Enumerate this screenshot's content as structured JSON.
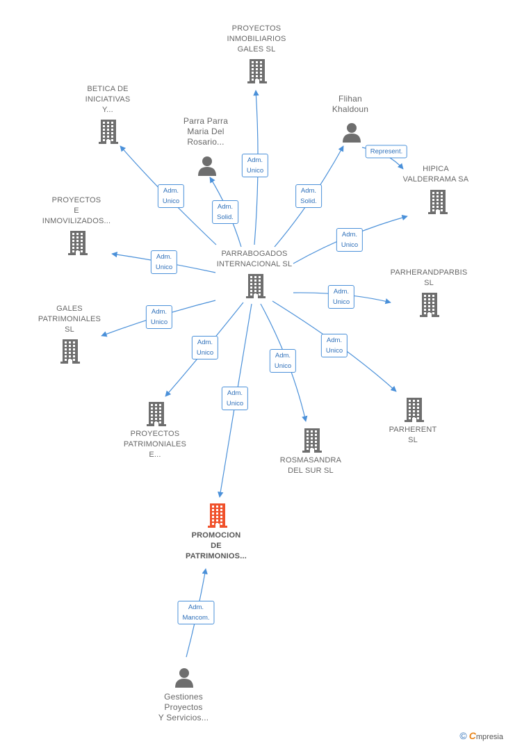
{
  "colors": {
    "edge": "#4a90d9",
    "icon": "#6e6e6e",
    "highlight": "#f0512b"
  },
  "nodes": [
    {
      "id": "proyectos-inmobiliarios",
      "label": "PROYECTOS\nINMOBILIARIOS\nGALES  SL",
      "type": "company"
    },
    {
      "id": "betica",
      "label": "BETICA DE\nINICIATIVAS\nY...",
      "type": "company"
    },
    {
      "id": "parra",
      "label": "Parra Parra\nMaria Del\nRosario...",
      "type": "person"
    },
    {
      "id": "flihan",
      "label": "Flihan\nKhaldoun",
      "type": "person"
    },
    {
      "id": "hipica",
      "label": "HIPICA\nVALDERRAMA SA",
      "type": "company"
    },
    {
      "id": "proyectos-inmovilizados",
      "label": "PROYECTOS\nE\nINMOVILIZADOS...",
      "type": "company"
    },
    {
      "id": "parrabogados",
      "label": "PARRABOGADOS\nINTERNACIONAL SL",
      "type": "company"
    },
    {
      "id": "parherandparbis",
      "label": "PARHERANDPARBIS\nSL",
      "type": "company"
    },
    {
      "id": "gales-patrimoniales",
      "label": "GALES\nPATRIMONIALES\nSL",
      "type": "company"
    },
    {
      "id": "proyectos-patrimoniales",
      "label": "PROYECTOS\nPATRIMONIALES\nE...",
      "type": "company"
    },
    {
      "id": "rosmasandra",
      "label": "ROSMASANDRA\nDEL SUR  SL",
      "type": "company"
    },
    {
      "id": "parherent",
      "label": "PARHERENT\nSL",
      "type": "company"
    },
    {
      "id": "promocion",
      "label": "PROMOCION\nDE\nPATRIMONIOS...",
      "type": "company",
      "highlight": true
    },
    {
      "id": "gestiones",
      "label": "Gestiones\nProyectos\nY Servicios...",
      "type": "person"
    }
  ],
  "edges": [
    {
      "label": "Adm.\nUnico"
    },
    {
      "label": "Adm.\nUnico"
    },
    {
      "label": "Adm.\nSolid."
    },
    {
      "label": "Adm.\nSolid."
    },
    {
      "label": "Represent."
    },
    {
      "label": "Adm.\nUnico"
    },
    {
      "label": "Adm.\nUnico"
    },
    {
      "label": "Adm.\nUnico"
    },
    {
      "label": "Adm.\nUnico"
    },
    {
      "label": "Adm.\nUnico"
    },
    {
      "label": "Adm.\nUnico"
    },
    {
      "label": "Adm.\nUnico"
    },
    {
      "label": "Adm.\nUnico"
    },
    {
      "label": "Adm.\nMancom."
    }
  ],
  "brand": {
    "copyright": "©",
    "name_initial": "C",
    "name_rest": "mpresia"
  }
}
